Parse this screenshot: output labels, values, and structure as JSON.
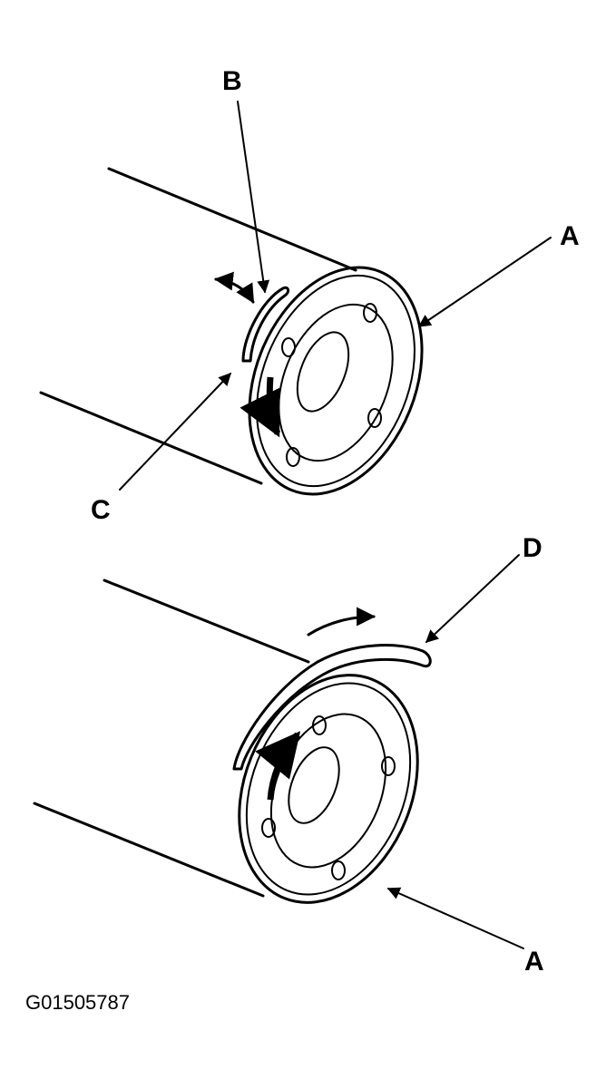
{
  "labels": {
    "b": "B",
    "a_top": "A",
    "c": "C",
    "d": "D",
    "a_bottom": "A"
  },
  "figure_code": "G01505787",
  "colors": {
    "ink": "#000000",
    "paper": "#ffffff"
  }
}
